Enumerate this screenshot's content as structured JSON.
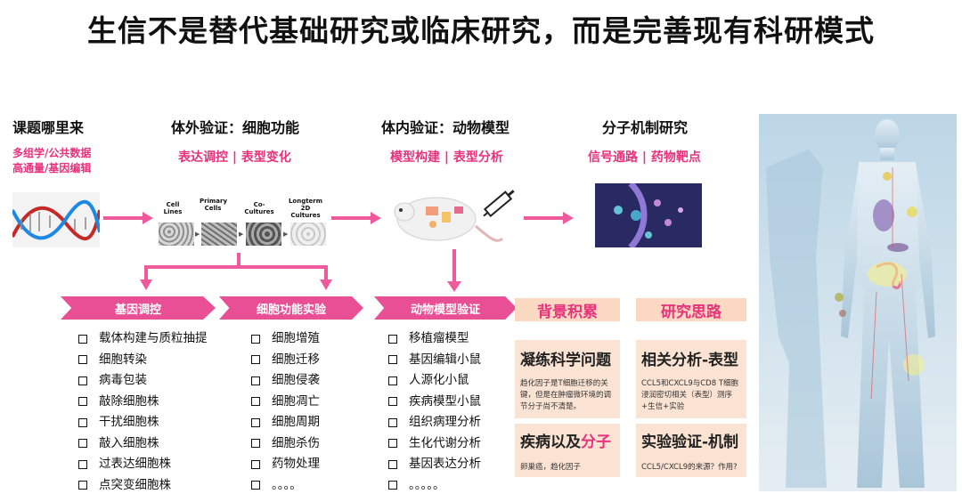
{
  "title": "生信不是替代基础研究或临床研究，而是完善现有科研模式",
  "columns": [
    {
      "head": "课题哪里来",
      "sub_lines": [
        "多组学/公共数据",
        "高通量/基因编辑"
      ]
    },
    {
      "head": "体外验证：细胞功能",
      "sub": "表达调控 | 表型变化"
    },
    {
      "head": "体内验证：动物模型",
      "sub": "模型构建 | 表型分析"
    },
    {
      "head": "分子机制研究",
      "sub": "信号通路 | 药物靶点"
    }
  ],
  "cell_images": [
    "Cell Lines",
    "Primary Cells",
    "Co-Cultures",
    "Longterm 2D Cultures"
  ],
  "banners": [
    "基因调控",
    "细胞功能实验",
    "动物模型验证"
  ],
  "lists": [
    [
      "载体构建与质粒抽提",
      "细胞转染",
      "病毒包装",
      "敲除细胞株",
      "干扰细胞株",
      "敲入细胞株",
      "过表达细胞株",
      "点突变细胞株"
    ],
    [
      "细胞增殖",
      "细胞迁移",
      "细胞侵袭",
      "细胞凋亡",
      "细胞周期",
      "细胞杀伤",
      "药物处理",
      "。。。。"
    ],
    [
      "移植瘤模型",
      "基因编辑小鼠",
      "人源化小鼠",
      "疾病模型小鼠",
      "组织病理分析",
      "生化代谢分析",
      "基因表达分析",
      "。。。。。"
    ]
  ],
  "tags": [
    "背景积累",
    "研究思路"
  ],
  "cards": {
    "c1": {
      "title": "凝练科学问题",
      "body": "趋化因子是T细胞迁移的关键，但是在肿瘤微环境的调节分子尚不清楚。"
    },
    "c2": {
      "title_a": "疾病以及",
      "title_b": "分子",
      "body": "卵巢癌，趋化因子"
    },
    "c3": {
      "title": "相关分析-表型",
      "body": "CCL5和CXCL9与CD8 T细胞浸润密切相关（表型）测序+生信+实验"
    },
    "c4": {
      "title": "实验验证-机制",
      "body": "CCL5/CXCL9的来源？作用?"
    }
  },
  "colors": {
    "accent": "#e8327c",
    "arrow": "#ef5a9c",
    "tag_bg": "#fbd9c2",
    "card_bg": "#fbe3d3"
  }
}
